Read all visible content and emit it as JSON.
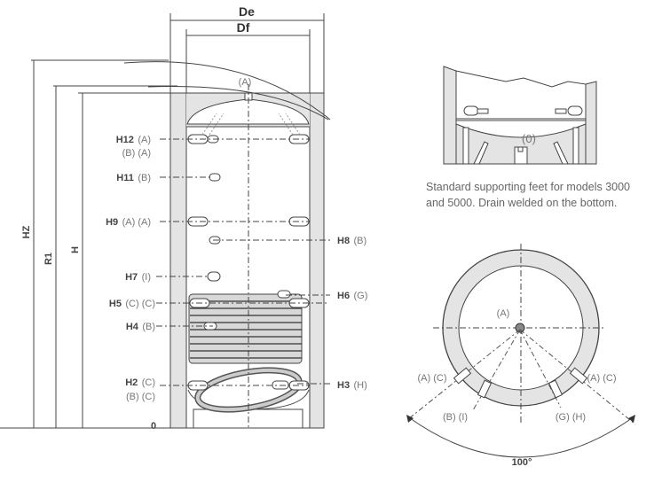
{
  "dimensions": {
    "de": "De",
    "df": "Df",
    "h2": "HZ",
    "r1": "R1",
    "h": "H",
    "zero": "0"
  },
  "top_connection": "(A)",
  "left_connections": [
    {
      "code": "H12",
      "type": "(A)",
      "sub": "(B) (A)"
    },
    {
      "code": "H11",
      "type": "(B)"
    },
    {
      "code": "H9",
      "type": "(A) (A)"
    },
    {
      "code": "H7",
      "type": "(I)"
    },
    {
      "code": "H5",
      "type": "(C) (C)"
    },
    {
      "code": "H4",
      "type": "(B)"
    },
    {
      "code": "H2",
      "type": "(C)",
      "sub": "(B) (C)"
    }
  ],
  "right_connections": [
    {
      "code": "H8",
      "type": "(B)"
    },
    {
      "code": "H6",
      "type": "(G)"
    },
    {
      "code": "H3",
      "type": "(H)"
    }
  ],
  "detail": {
    "drain_label": "(0)",
    "caption": "Standard supporting feet for models 3000 and 5000. Drain welded on the bottom."
  },
  "plan_view": {
    "center_label": "(A)",
    "left_outer": "(A) (C)",
    "right_outer": "(A) (C)",
    "left_inner": "(B) (I)",
    "right_inner": "(G) (H)",
    "angle": "100°"
  }
}
